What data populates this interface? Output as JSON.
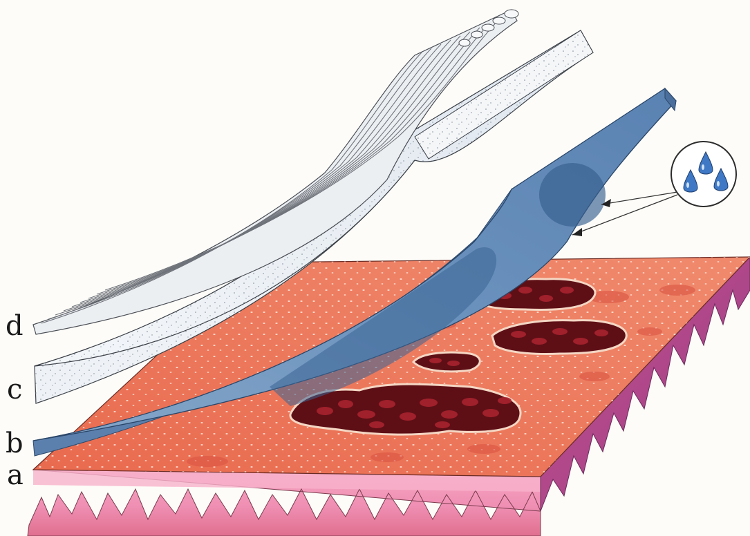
{
  "labels": {
    "a": "a",
    "b": "b",
    "c": "c",
    "d": "d"
  },
  "colors": {
    "background": "#fdfcf8",
    "skin_pink": "#f19fc0",
    "skin_surface": "#ec7e62",
    "wound_dark": "#5e0f16",
    "hydrocolloid_blue": "#6f95bd",
    "foam_white": "#e9eef3",
    "film_grey": "#dcdee2",
    "droplet_blue": "#3f78c4"
  },
  "icons": {
    "moisture": "water-droplets-icon"
  }
}
